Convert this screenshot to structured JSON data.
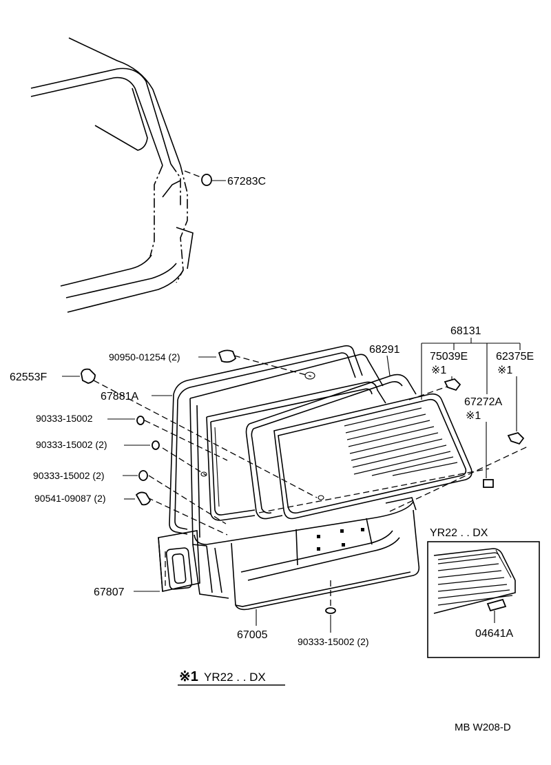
{
  "labels": {
    "p67283C": "67283C",
    "p68131": "68131",
    "p68291": "68291",
    "p75039E": "75039E",
    "p62375E": "62375E",
    "p67272A": "67272A",
    "mark1": "※1",
    "p90950": "90950-01254 (2)",
    "p62553F": "62553F",
    "p67881A": "67881A",
    "p90333a": "90333-15002",
    "p90333b": "90333-15002 (2)",
    "p90333c": "90333-15002 (2)",
    "p90541": "90541-09087 (2)",
    "p67807": "67807",
    "p67005": "67005",
    "p90333d": "90333-15002 (2)",
    "inset_title": "YR22 . . DX",
    "p04641A": "04641A",
    "footnote_mark": "※1",
    "footnote_text": "YR22 . . DX",
    "ref_code": "MB  W208-D"
  }
}
